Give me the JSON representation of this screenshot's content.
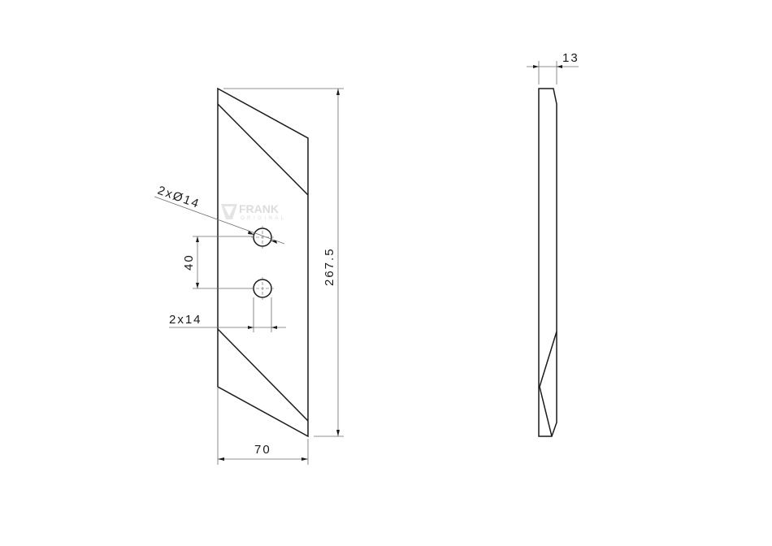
{
  "drawing": {
    "watermark": {
      "brand": "FRANK",
      "sub": "ORIGINAL"
    },
    "front_view": {
      "dimensions": {
        "width": "70",
        "height": "267.5",
        "hole_spacing": "40",
        "hole_diameter": "2xØ14",
        "hole_width": "2x14"
      }
    },
    "side_view": {
      "dimensions": {
        "thickness": "13"
      }
    },
    "colors": {
      "outline": "#1a1a1a",
      "dimension_line": "#6e6e6e",
      "watermark": "#dcdcdc",
      "background": "#ffffff"
    }
  }
}
